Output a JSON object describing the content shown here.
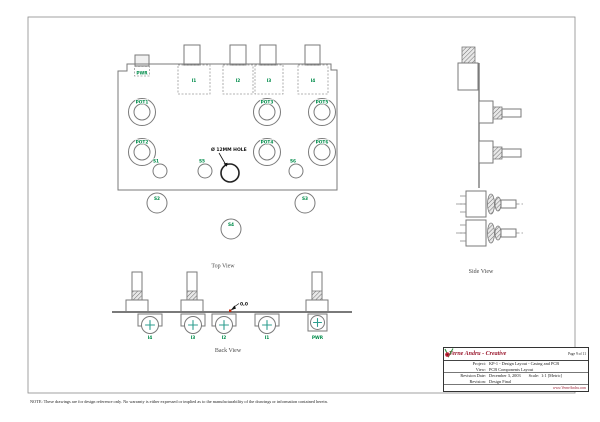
{
  "sheet": {
    "note": "NOTE: These drawings are for design reference only. No warranty is either expressed or implied as to the manufacturability of the drawings or information contained herein."
  },
  "captions": {
    "top_view": "Top View",
    "back_view": "Back View",
    "side_view": "Side View"
  },
  "top_view": {
    "power_label": "PWR",
    "jack_labels": [
      "I1",
      "I2",
      "I3",
      "I4"
    ],
    "pot_labels": [
      "POT1",
      "POT2",
      "POT3",
      "POT4",
      "POT5",
      "POT6"
    ],
    "small_switch_labels": [
      "S1",
      "S5",
      "S6"
    ],
    "foot_switch_labels": [
      "S2",
      "S3",
      "S4"
    ],
    "hole_annotation": "Ø 12MM HOLE"
  },
  "back_view": {
    "origin_label": "0,0",
    "jack_labels": [
      "I4",
      "I3",
      "I2",
      "I1"
    ],
    "power_label": "PWR"
  },
  "title_block": {
    "company": "Verne Andru - Creative",
    "page": "Page 9 of 11",
    "project_label": "Project:",
    "project_value": "KP-1 - Design Layout - Casing and PCB",
    "view_label": "View:",
    "view_value": "PCB Components Layout",
    "revision_date_label": "Revision Date:",
    "revision_date_value": "December 3, 2003",
    "scale_label": "Scale:",
    "scale_value": "1:1 [Metric]",
    "revision_label": "Revision:",
    "revision_value": "Design Final",
    "website": "www.VerneAndru.com"
  },
  "colors": {
    "label_green": "#008c4a",
    "accent_maroon": "#9b1b30",
    "line_gray": "#777777",
    "cross_teal": "#2e9e8f",
    "origin_red": "#cc2200"
  }
}
